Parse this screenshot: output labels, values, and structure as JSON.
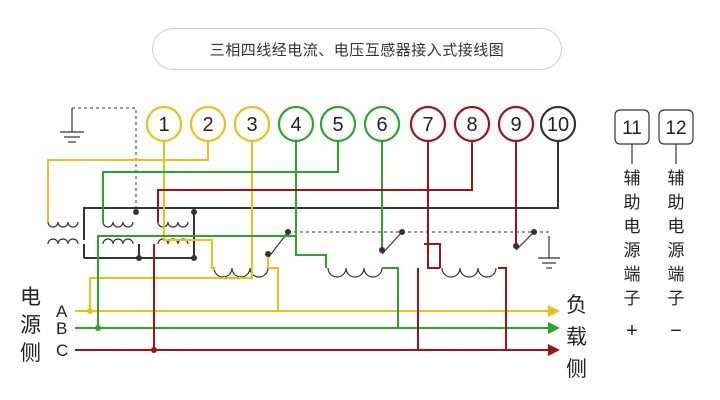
{
  "title": "三相四线经电流、电压互感器接入式接线图",
  "colors": {
    "phase_a": "#e8c21a",
    "phase_b": "#2aa62a",
    "phase_c": "#a31212",
    "neutral": "#333333"
  },
  "terminals": [
    {
      "label": "1",
      "color": "#e8c21a"
    },
    {
      "label": "2",
      "color": "#e8c21a"
    },
    {
      "label": "3",
      "color": "#e8c21a"
    },
    {
      "label": "4",
      "color": "#2aa62a"
    },
    {
      "label": "5",
      "color": "#2aa62a"
    },
    {
      "label": "6",
      "color": "#2aa62a"
    },
    {
      "label": "7",
      "color": "#a31212"
    },
    {
      "label": "8",
      "color": "#a31212"
    },
    {
      "label": "9",
      "color": "#a31212"
    },
    {
      "label": "10",
      "color": "#333333"
    }
  ],
  "aux_terminals": [
    {
      "label": "11",
      "text": [
        "辅",
        "助",
        "电",
        "源",
        "端",
        "子"
      ],
      "sign": "+"
    },
    {
      "label": "12",
      "text": [
        "辅",
        "助",
        "电",
        "源",
        "端",
        "子"
      ],
      "sign": "−"
    }
  ],
  "source_side": [
    "电",
    "源",
    "侧"
  ],
  "load_side": [
    "负",
    "载",
    "侧"
  ],
  "phases": [
    "A",
    "B",
    "C"
  ]
}
